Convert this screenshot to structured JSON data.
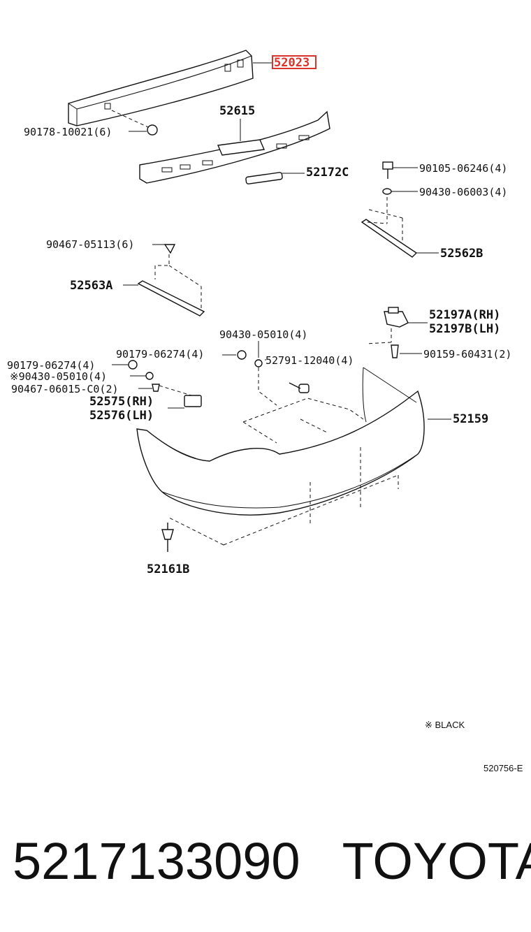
{
  "highlight_color": "#d9332b",
  "labels": {
    "p52023": "52023",
    "p90178": "90178-10021(6)",
    "p52615": "52615",
    "p52172c": "52172C",
    "p90105": "90105-06246(4)",
    "p90430a": "90430-06003(4)",
    "p52562b": "52562B",
    "p90467a": "90467-05113(6)",
    "p52563a": "52563A",
    "p52197a": "52197A(RH)",
    "p52197b": "52197B(LH)",
    "p90430b": "90430-05010(4)",
    "p90179a": "90179-06274(4)",
    "p90159": "90159-60431(2)",
    "p90179b": "90179-06274(4)",
    "p52791": "52791-12040(4)",
    "p90430c": "※90430-05010(4)",
    "p90467b": "90467-06015-C0(2)",
    "p52575": "52575(RH)",
    "p52576": "52576(LH)",
    "p52159": "52159",
    "p52161b": "52161B",
    "note": "※ BLACK",
    "figure_code": "520756-E"
  },
  "footer": {
    "part_number": "5217133090",
    "brand": "TOYOTA"
  }
}
